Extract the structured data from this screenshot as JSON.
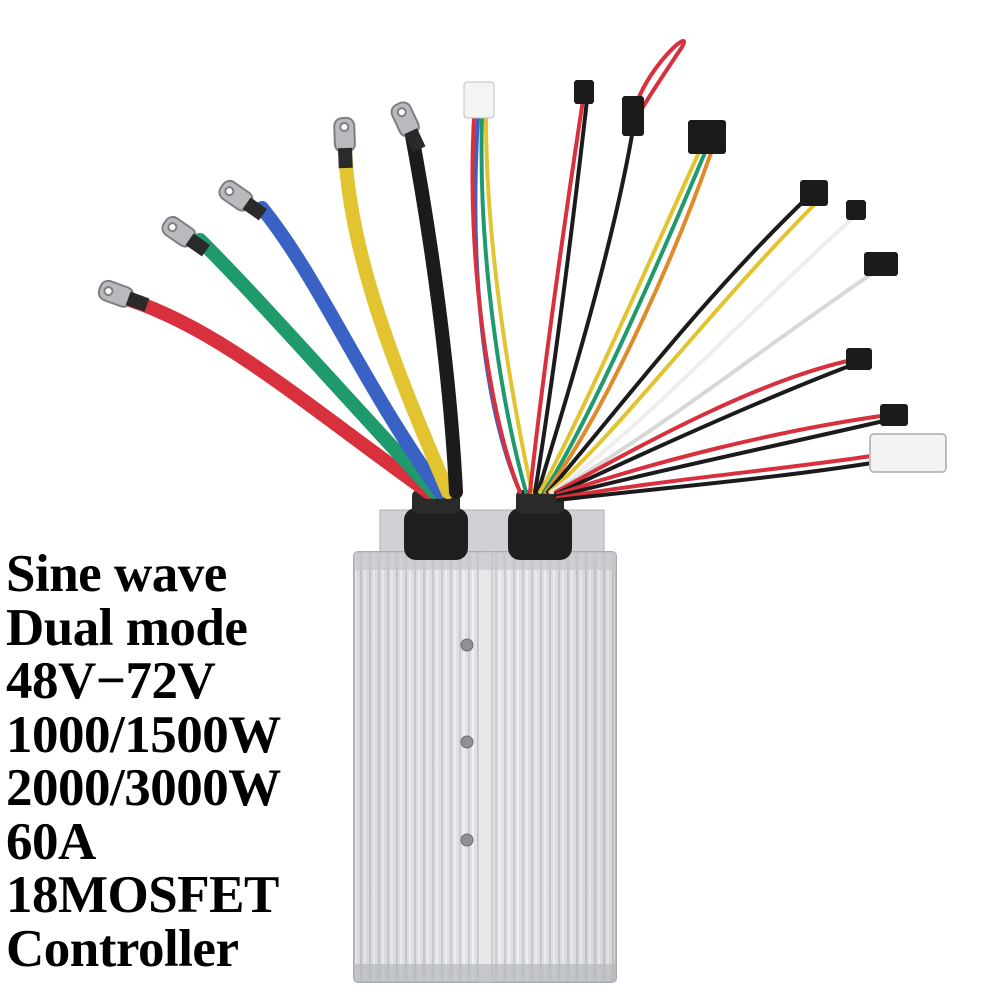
{
  "product_image": {
    "icon": "motor-controller-photo",
    "wire_colors": {
      "red": "#d8303c",
      "green": "#1f9a6c",
      "blue": "#3a62c4",
      "yellow": "#e2c430",
      "black": "#1b1b1b",
      "white": "#eeeeee",
      "orange": "#e08a2a"
    },
    "housing_color": "#d2d4d7"
  },
  "spec_text": {
    "line1": "Sine wave",
    "line2": "Dual mode",
    "line3": "48V−72V",
    "line4": "1000/1500W",
    "line5": "2000/3000W",
    "line6": "60A",
    "line7": "18MOSFET",
    "line8": "Controller"
  }
}
